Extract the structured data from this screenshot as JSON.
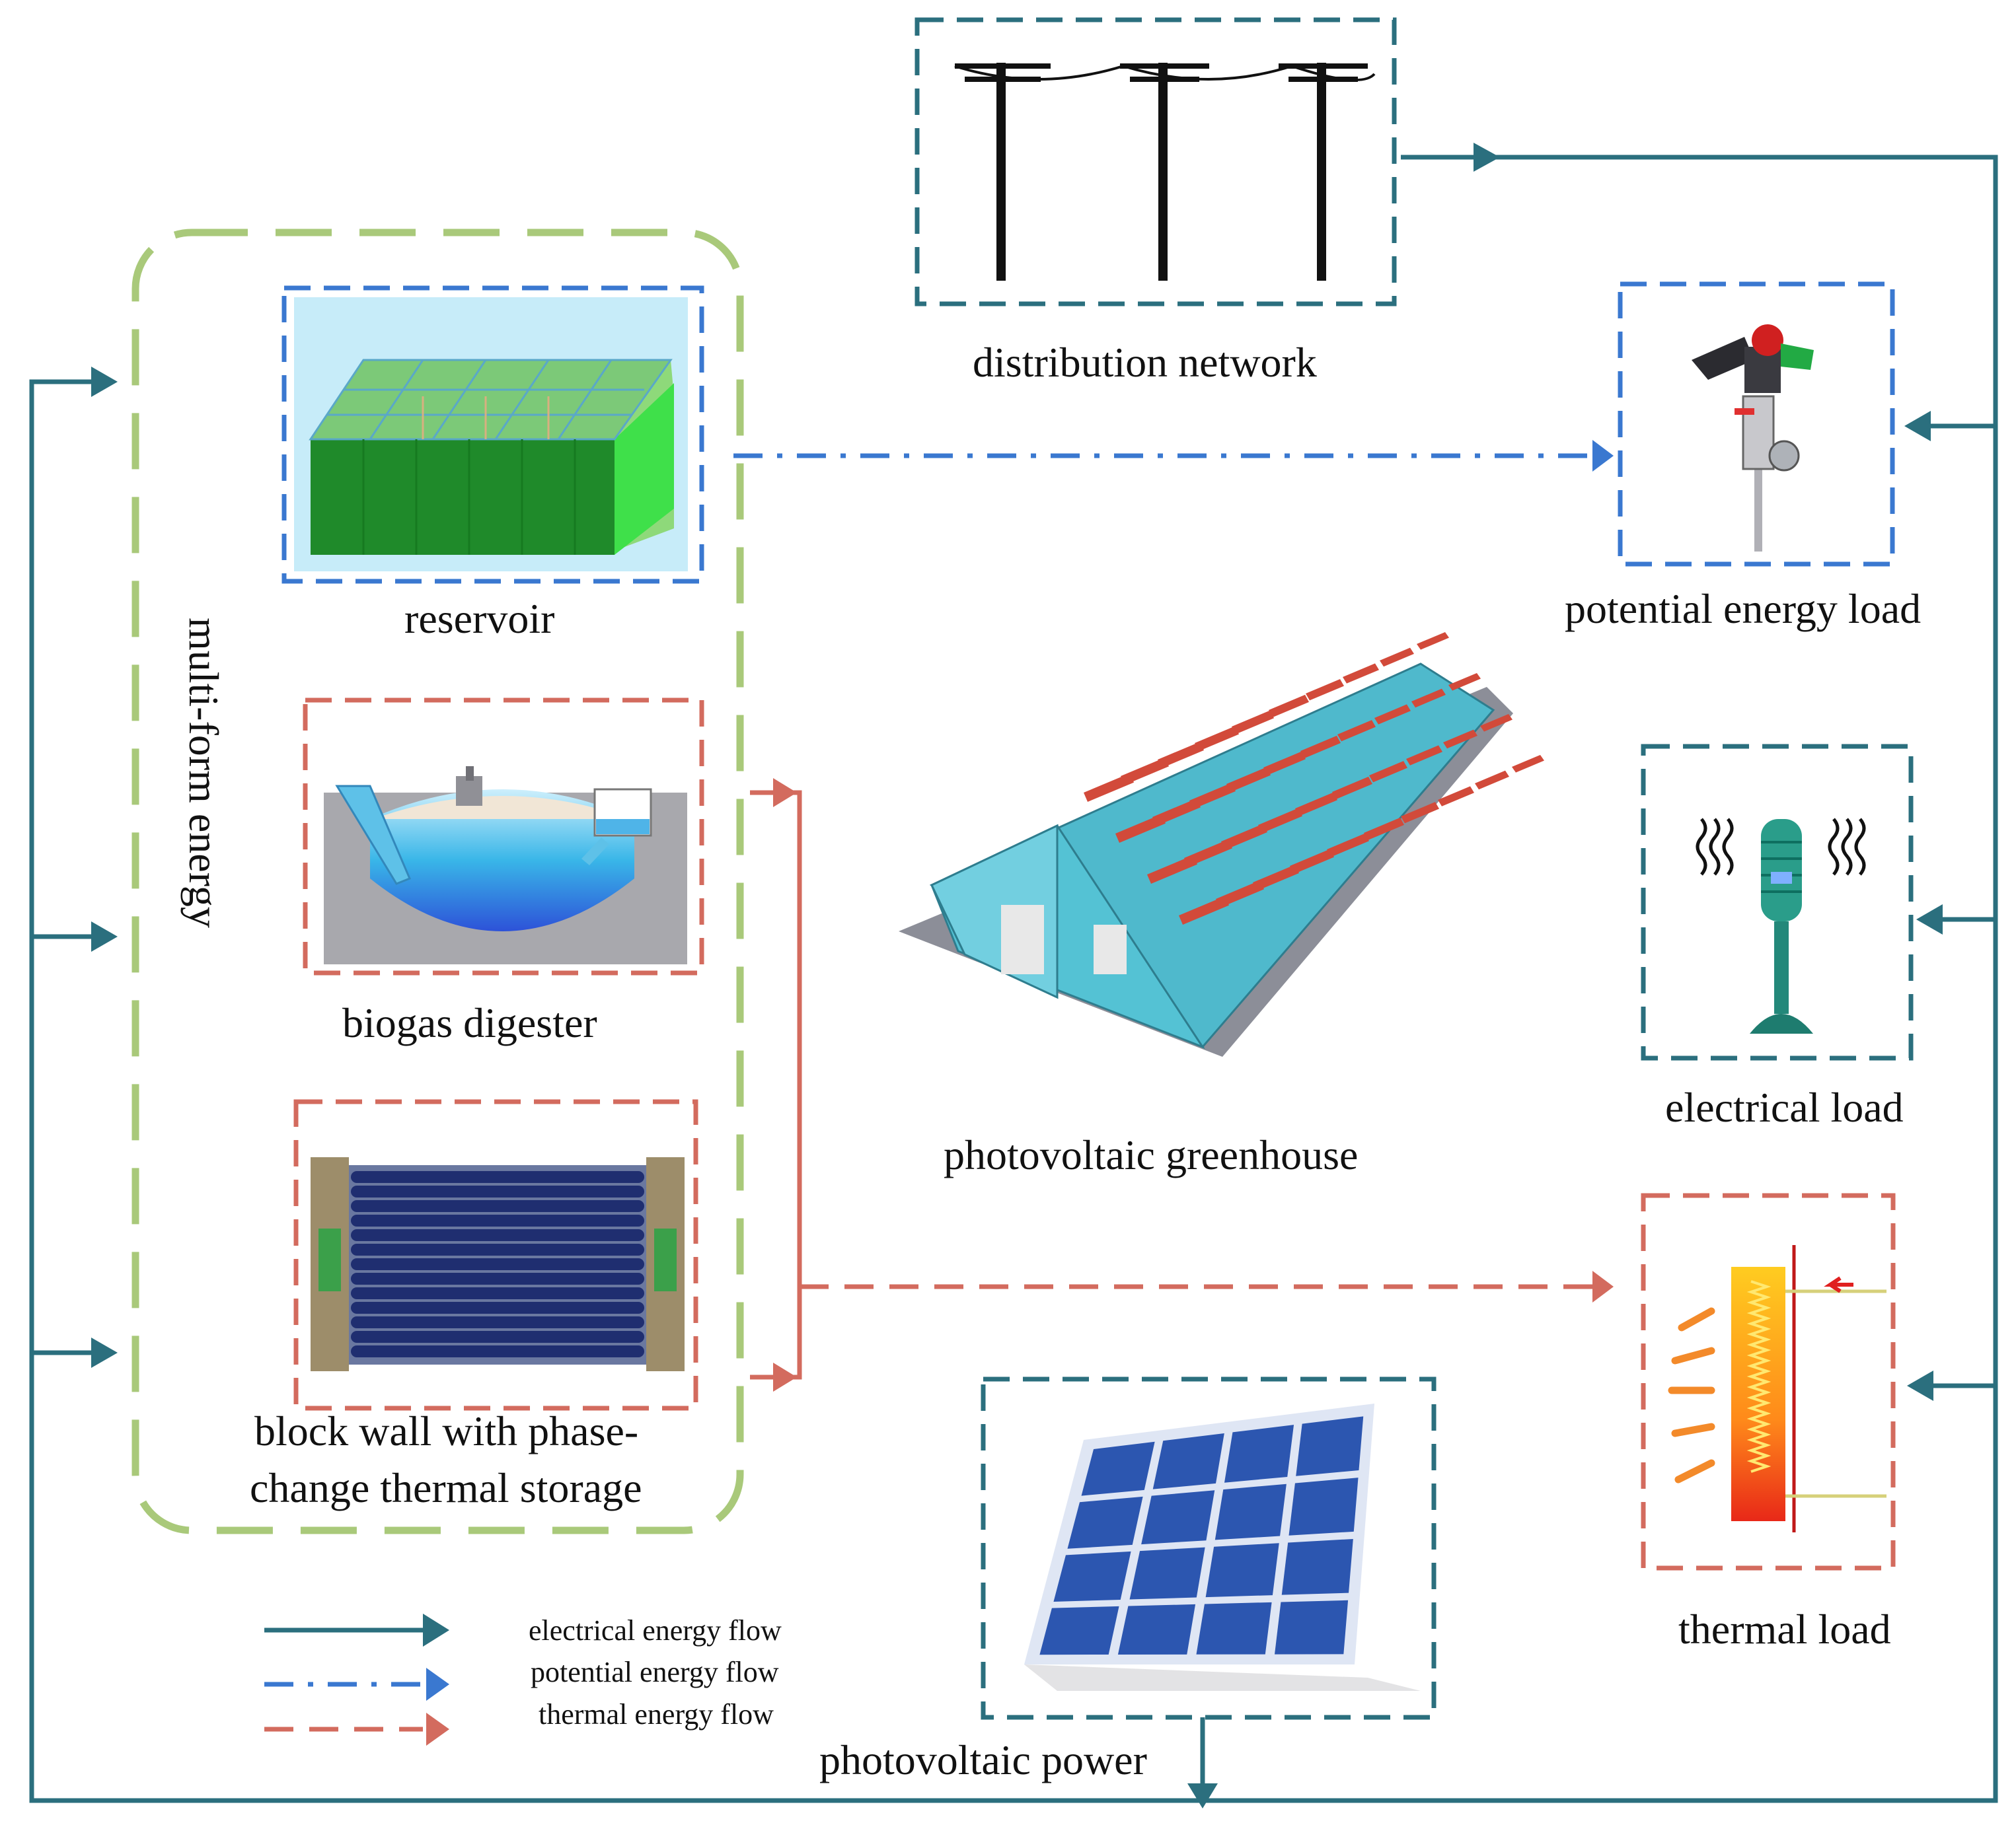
{
  "labels": {
    "distribution_network": "distribution network",
    "reservoir": "reservoir",
    "biogas_digester": "biogas digester",
    "block_wall_line1": "block wall with phase-",
    "block_wall_line2": "change thermal storage",
    "multi_form_energy": "multi-form energy",
    "photovoltaic_greenhouse": "photovoltaic greenhouse",
    "potential_energy_load": "potential energy load",
    "electrical_load": "electrical load",
    "thermal_load": "thermal load",
    "photovoltaic_power": "photovoltaic power"
  },
  "legend": {
    "electrical": "electrical energy flow",
    "potential": "potential energy flow",
    "thermal": "thermal energy flow"
  },
  "colors": {
    "electrical": "#2b6f7e",
    "potential": "#3a78d0",
    "thermal": "#d36b5e",
    "multi_form": "#a9c97a"
  }
}
